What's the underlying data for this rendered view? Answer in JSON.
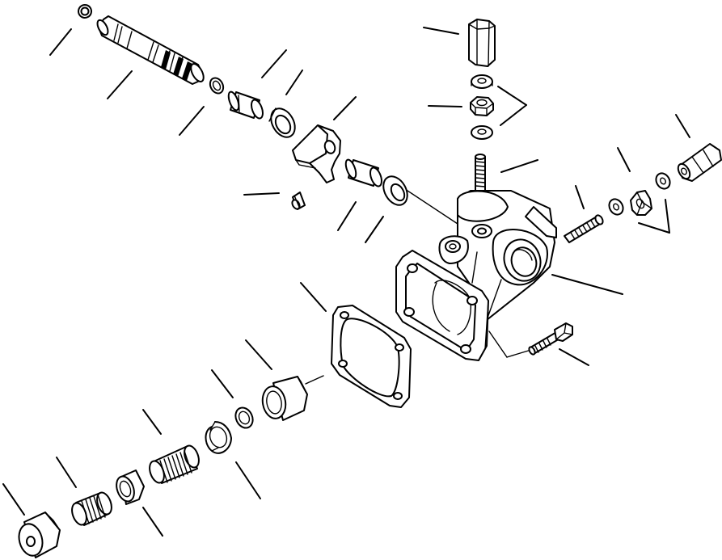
{
  "diagram": {
    "type": "exploded-parts-view",
    "colors": {
      "ink": "#000000",
      "paper": "#ffffff"
    },
    "parts": [
      "o-ring-top",
      "spool",
      "o-ring-spool",
      "sleeve-upper",
      "seal-ring-upper",
      "lever-bracket",
      "set-screw",
      "sleeve-middle",
      "seal-ring-middle",
      "hex-cap",
      "washer-top",
      "hex-nut-top",
      "washer-lower",
      "stud-top",
      "valve-body",
      "stud-side",
      "washer-side",
      "hex-nut-side",
      "washer-side-outer",
      "cap-side",
      "bolt",
      "gasket",
      "piston",
      "o-ring-piston",
      "snap-ring",
      "spring-large",
      "spring-seat",
      "spring-small",
      "end-cap"
    ]
  }
}
